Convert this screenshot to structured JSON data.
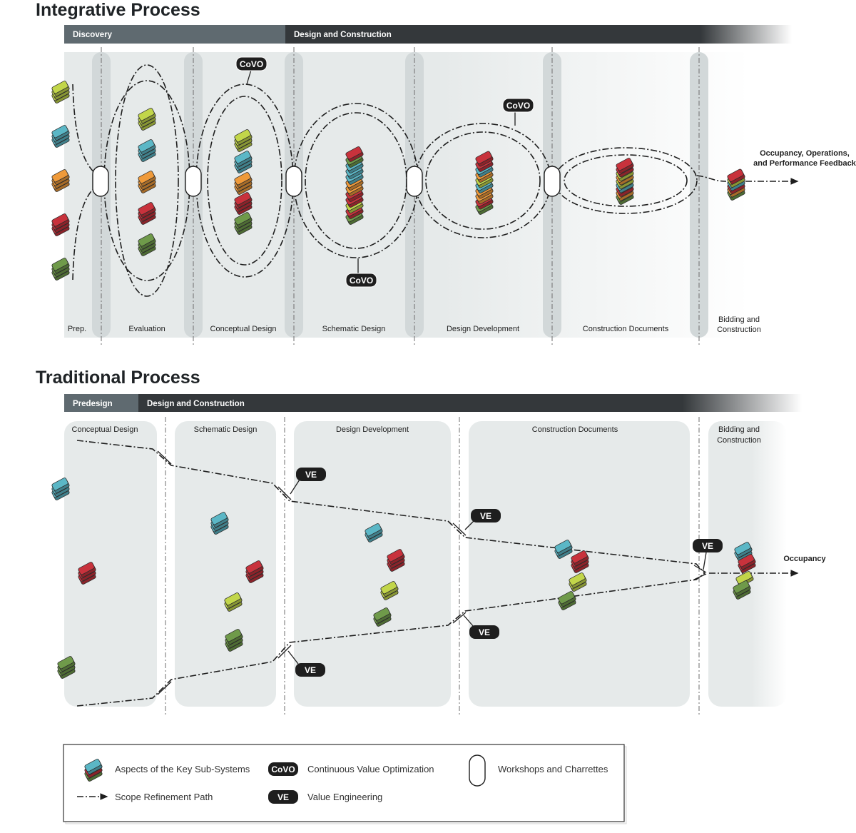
{
  "integrative": {
    "title": "Integrative Process",
    "band_left": "Discovery",
    "band_right": "Design and Construction",
    "phases": [
      "Prep.",
      "Evaluation",
      "Conceptual Design",
      "Schematic Design",
      "Design Development",
      "Construction Documents",
      "Bidding and",
      "Construction"
    ],
    "covo_label": "CoVO",
    "outcome_line1": "Occupancy, Operations,",
    "outcome_line2": "and Performance Feedback"
  },
  "traditional": {
    "title": "Traditional Process",
    "band_left": "Predesign",
    "band_right": "Design and Construction",
    "phases": [
      "Conceptual Design",
      "Schematic Design",
      "Design Development",
      "Construction Documents",
      "Bidding and",
      "Construction"
    ],
    "ve_label": "VE",
    "outcome": "Occupancy"
  },
  "legend": {
    "aspects": "Aspects of the Key Sub-Systems",
    "scope_path": "Scope Refinement Path",
    "covo_badge": "CoVO",
    "covo": "Continuous Value Optimization",
    "ve_badge": "VE",
    "ve": "Value Engineering",
    "workshops": "Workshops and Charrettes"
  },
  "colors": {
    "lime": "#c2d64a",
    "teal": "#5bb7c6",
    "orange": "#ef9a3a",
    "red": "#c8323c",
    "green": "#6f9a4a",
    "band_light": "#5f6a70",
    "band_dark": "#34383b",
    "panel": "#e6eaea",
    "divider": "#d2d8d9"
  }
}
